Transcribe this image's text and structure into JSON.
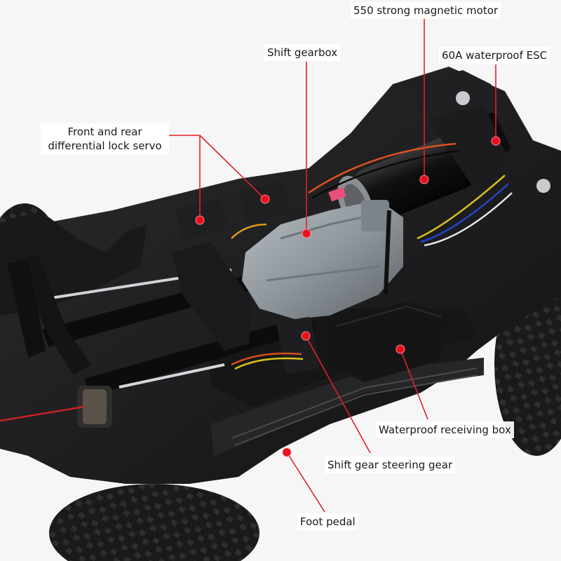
{
  "labels": {
    "motor": "550 strong magnetic motor",
    "esc": "60A waterproof ESC",
    "gearbox": "Shift gearbox",
    "servo_line1": "Front and rear",
    "servo_line2": "differential lock servo",
    "receiver": "Waterproof receiving box",
    "shift_servo": "Shift gear steering gear",
    "pedal": "Foot pedal"
  },
  "colors": {
    "leader_line": "#e0202a",
    "marker": "#e8101e",
    "chassis": "#1b1b1d",
    "gearbox": "#8f969c",
    "background": "#f6f6f6"
  }
}
